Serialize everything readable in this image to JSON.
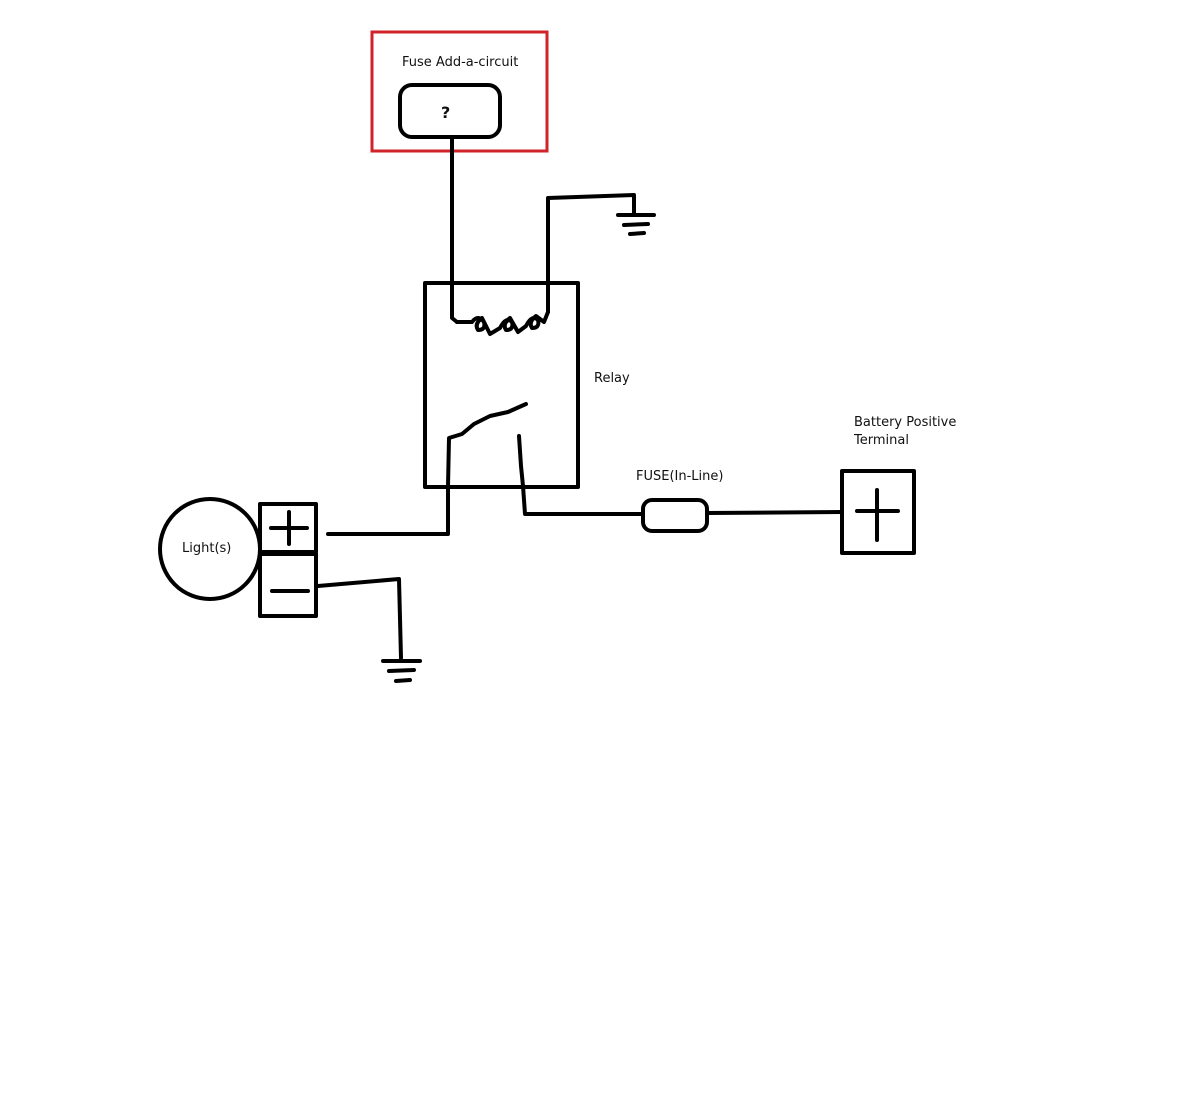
{
  "labels": {
    "fuse_add_a_circuit": "Fuse Add-a-circuit",
    "unknown_fuse": "?",
    "relay": "Relay",
    "battery_line1": "Battery Positive",
    "battery_line2": "Terminal",
    "inline_fuse": "FUSE(In-Line)",
    "lights": "Light(s)"
  },
  "colors": {
    "highlight_box": "#d0232a",
    "wire": "#000000"
  }
}
